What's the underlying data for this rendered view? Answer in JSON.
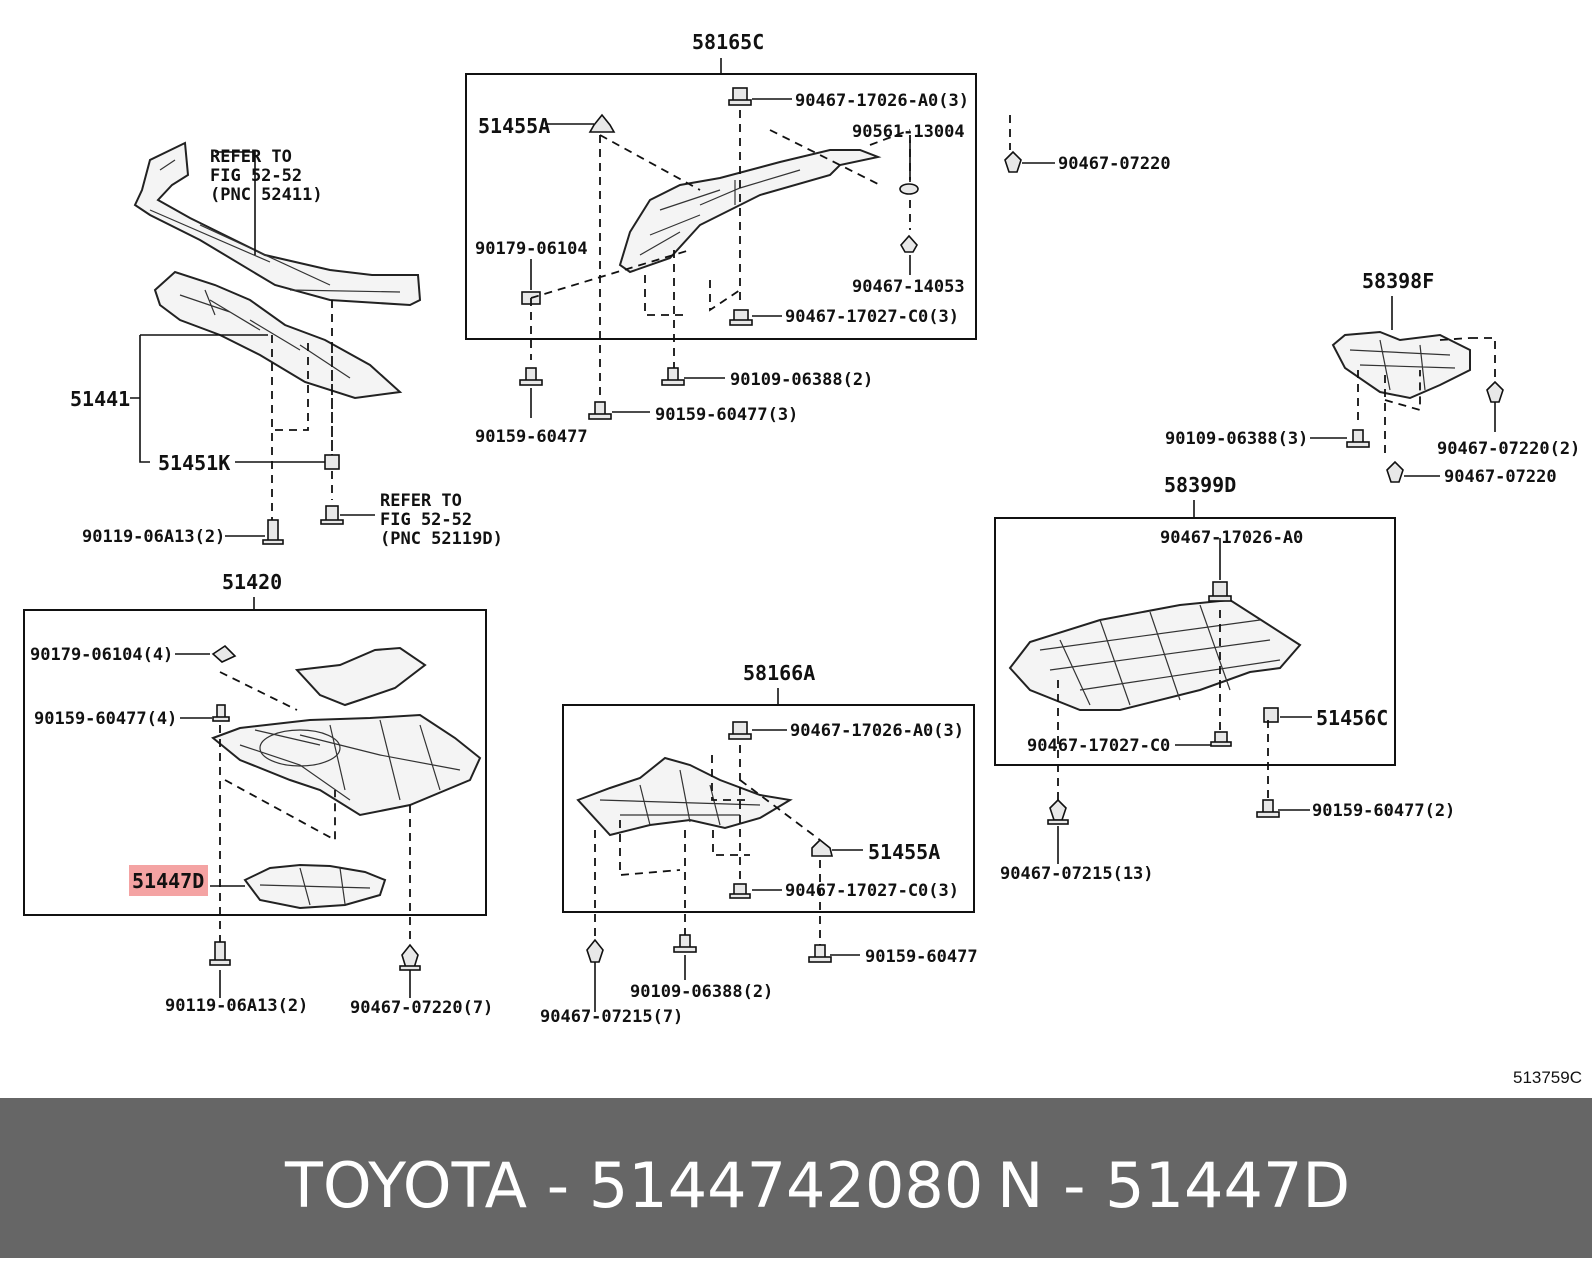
{
  "diagram": {
    "labels": {
      "l58165C": "58165C",
      "l51455A_top": "51455A",
      "l90467_17026_A0_3_top": "90467-17026-A0(3)",
      "l90561_13004": "90561-13004",
      "l90467_07220_top": "90467-07220",
      "l90179_06104": "90179-06104",
      "l90467_14053": "90467-14053",
      "l90467_17027_C0_3_top": "90467-17027-C0(3)",
      "l90109_06388_2_top": "90109-06388(2)",
      "l90159_60477_3": "90159-60477(3)",
      "l90159_60477_a": "90159-60477",
      "refer1_line1": "REFER TO",
      "refer1_line2": "FIG 52-52",
      "refer1_line3": "(PNC 52411)",
      "l51441": "51441",
      "l51451K": "51451K",
      "refer2_line1": "REFER TO",
      "refer2_line2": "FIG 52-52",
      "refer2_line3": "(PNC 52119D)",
      "l90119_06A13_2_top": "90119-06A13(2)",
      "l58398F": "58398F",
      "l90109_06388_3": "90109-06388(3)",
      "l90467_07220_2": "90467-07220(2)",
      "l90467_07220_right": "90467-07220",
      "l58399D": "58399D",
      "l90467_17026_A0": "90467-17026-A0",
      "l51456C": "51456C",
      "l90467_17027_C0": "90467-17027-C0",
      "l90467_07215_13": "90467-07215(13)",
      "l90159_60477_2": "90159-60477(2)",
      "l51420": "51420",
      "l90179_06104_4": "90179-06104(4)",
      "l90159_60477_4": "90159-60477(4)",
      "l51447D": "51447D",
      "l90119_06A13_2_bottom": "90119-06A13(2)",
      "l90467_07220_7": "90467-07220(7)",
      "l58166A": "58166A",
      "l90467_17026_A0_3_mid": "90467-17026-A0(3)",
      "l51455A_mid": "51455A",
      "l90467_17027_C0_3_mid": "90467-17027-C0(3)",
      "l90159_60477_b": "90159-60477",
      "l90109_06388_2_mid": "90109-06388(2)",
      "l90467_07215_7": "90467-07215(7)"
    },
    "highlight_color": "#f4a3a3",
    "figure_code": "513759C"
  },
  "footer": {
    "left_text": "TOYOTA - 5144742080",
    "right_text": "N - 51447D",
    "background": "#666666",
    "text_color": "#ffffff"
  }
}
